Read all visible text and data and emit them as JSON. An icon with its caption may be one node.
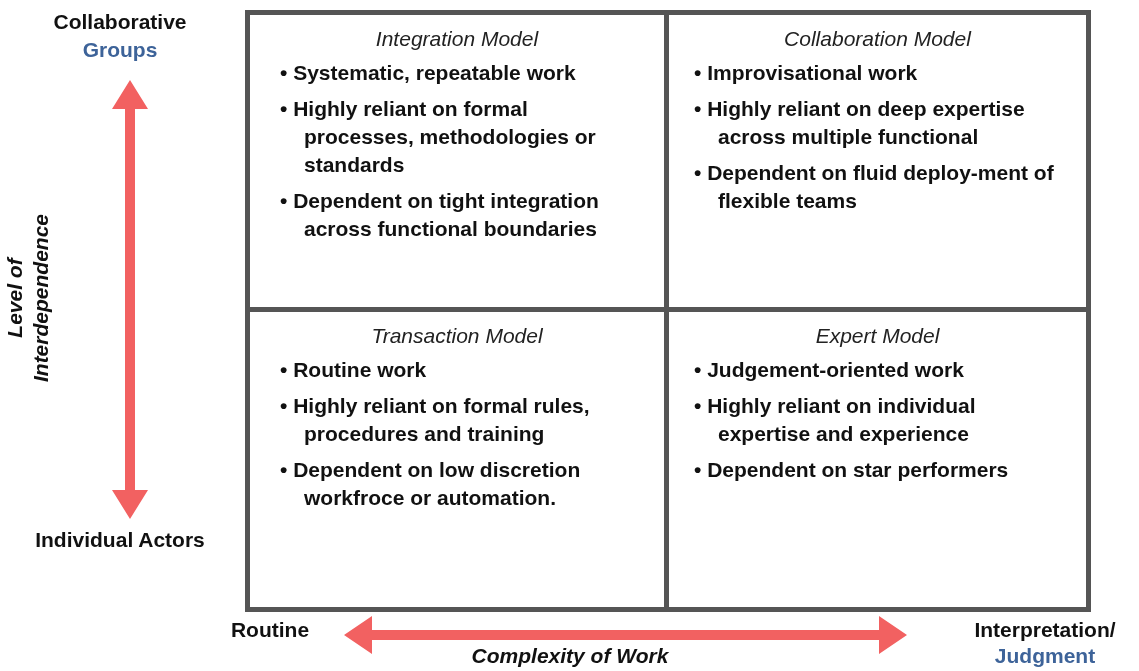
{
  "diagram": {
    "nodes": [
      {
        "text": [
          "Integration Model",
          "• Systematic, repeatable work",
          "• Highly reliant on formal processes, methodologies or standards",
          "• Dependent on tight integration across functional boundaries"
        ]
      },
      {
        "text": [
          "Collaboration Model",
          "• Improvisational work",
          "• Highly reliant on deep expertise across multiple functional",
          "• Dependent on fluid deploy-ment of flexible teams"
        ]
      },
      {
        "text": [
          "Transaction Model",
          "• Routine work",
          "• Highly reliant on formal rules, procedures and training",
          "• Dependent on low discretion workfroce or automation."
        ]
      },
      {
        "text": [
          "Expert Model",
          "• Judgement-oriented work",
          "• Highly reliant on individual expertise and experience",
          "• Dependent on star performers"
        ]
      }
    ],
    "edges": [],
    "labels": [
      "Collaborative",
      "Groups",
      "Level of Interdependence",
      "Individual Actors",
      "Routine",
      "Interpretation/",
      "Complexity of Work",
      "Judgment"
    ]
  }
}
